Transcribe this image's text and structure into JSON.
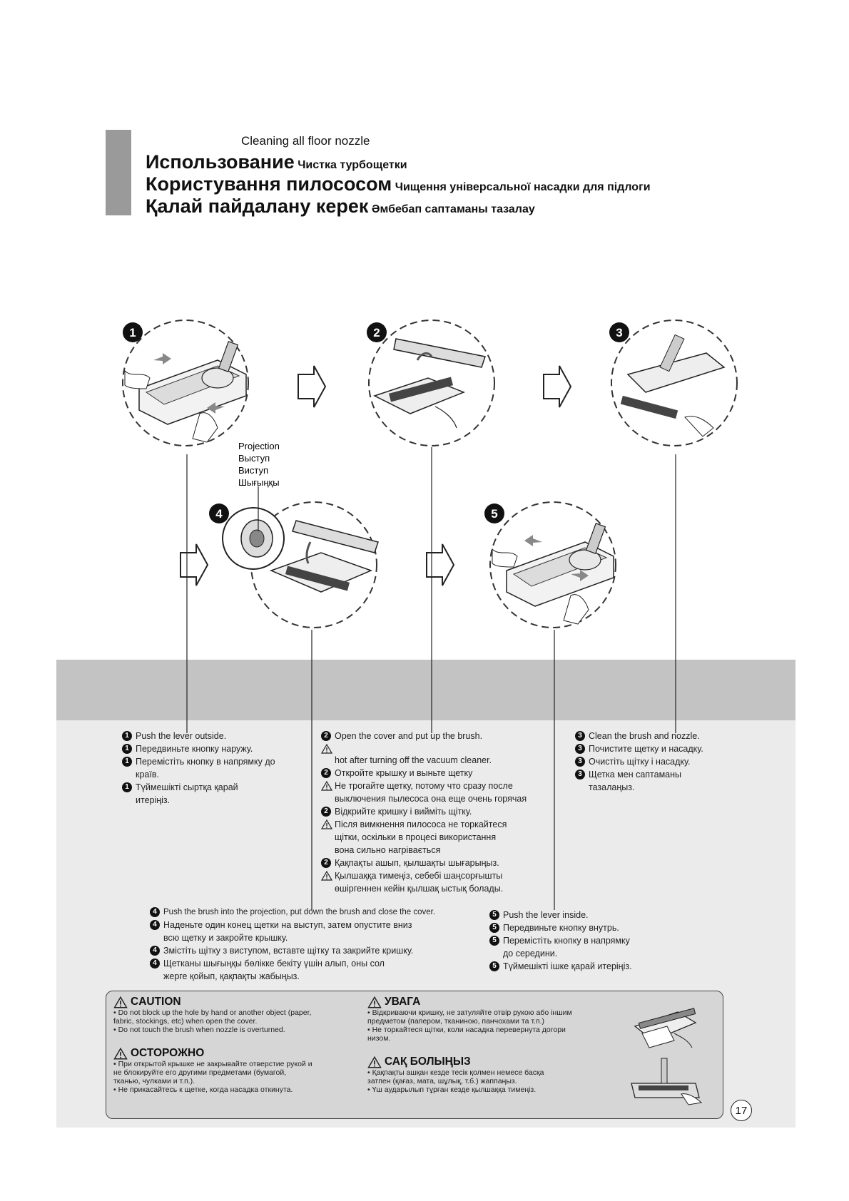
{
  "header": {
    "english": "Cleaning all floor nozzle",
    "ru_big": "Использование",
    "ru_small": "Чистка турбощетки",
    "ua_big": "Користування пилососом",
    "ua_small": "Чищення універсальної насадки для підлоги",
    "kz_big": "Қалай пайдалану керек",
    "kz_small": "Әмбебап саптаманы тазалау"
  },
  "illustration": {
    "step_numbers": [
      "1",
      "2",
      "3",
      "4",
      "5"
    ],
    "projection_labels": [
      "Projection",
      "Выступ",
      "Виступ",
      "Шығыңқы"
    ]
  },
  "step1": [
    "Push the lever outside.",
    "Передвиньте кнопку наружу.",
    "Перемістіть кнопку в напрямку до",
    "країв.",
    "Түймешікті сыртқа қарай",
    "итеріңіз."
  ],
  "step2": {
    "en_1": "Open the cover and put up the brush.",
    "en_warn": "hot after turning off the vacuum cleaner.",
    "ru_1": "Откройте крышку и выньте щетку",
    "ru_warn_1": "Не трогайте щетку, потому что сразу после",
    "ru_warn_2": "выключения пылесоса она еще очень горячая",
    "ua_1": "Відкрийте кришку і вийміть щітку.",
    "ua_warn_1": "Після вимкнення пилососа не торкайтеся",
    "ua_warn_2": "щітки, оскільки в процесі використання",
    "ua_warn_3": "вона сильно нагрівається",
    "kz_1": "Қақпақты ашып, қылшақты шығарыңыз.",
    "kz_warn_1": "Қылшаққа тимеңіз, себебі шаңсорғышты",
    "kz_warn_2": "өшіргеннен кейін қылшақ ыстық болады."
  },
  "step3": [
    "Clean the brush and nozzle.",
    "Почистите щетку и насадку.",
    "Очистіть щітку і насадку.",
    "Щетка мен саптаманы",
    "тазалаңыз."
  ],
  "step4": [
    "Push the brush into the projection, put down the brush and close the cover.",
    "Наденьте один конец щетки на выступ, затем опустите вниз",
    "всю щетку и закройте крышку.",
    "Змістіть щітку з виступом, вставте щітку та закрийте кришку.",
    "Щетканы шығыңқы бөлікке бекіту үшін алып, оны сол",
    "жерге қойып, қақпақты жабыңыз."
  ],
  "step5": [
    "Push the lever inside.",
    "Передвиньте кнопку внутрь.",
    "Перемістіть кнопку в напрямку",
    "до середини.",
    "Түймешікті ішке қарай итеріңіз."
  ],
  "caution": {
    "en_title": "CAUTION",
    "en_lines": [
      "• Do not block up the hole by hand or another object (paper,",
      "  fabric, stockings, etc) when open the cover.",
      "• Do not touch the brush when nozzle is overturned."
    ],
    "ru_title": "ОСТОРОЖНО",
    "ru_lines": [
      "• При открытой крышке не закрывайте отверстие рукой и",
      "  не блокируйте его другими предметами (бумагой,",
      "  тканью, чулками и т.п.).",
      "• Не прикасайтесь к щетке, когда насадка откинута."
    ],
    "ua_title": "УВАГА",
    "ua_lines": [
      "• Відкриваючи кришку, не затуляйте отвір рукою або іншим",
      "  предметом (папером, тканиною, панчохами та т.п.)",
      "• Не торкайтеся щітки, коли насадка перевернута догори",
      "  низом."
    ],
    "kz_title": "САҚ БОЛЫҢЫЗ",
    "kz_lines": [
      "• Қақпақты ашқан кезде тесік қолмен немесе басқа",
      "  затпен (қағаз, мата, шұлық, т.б.) жаппаңыз.",
      "• Үш аударылып тұрған кезде қылшаққа тимеңіз."
    ]
  },
  "page_number": "17"
}
